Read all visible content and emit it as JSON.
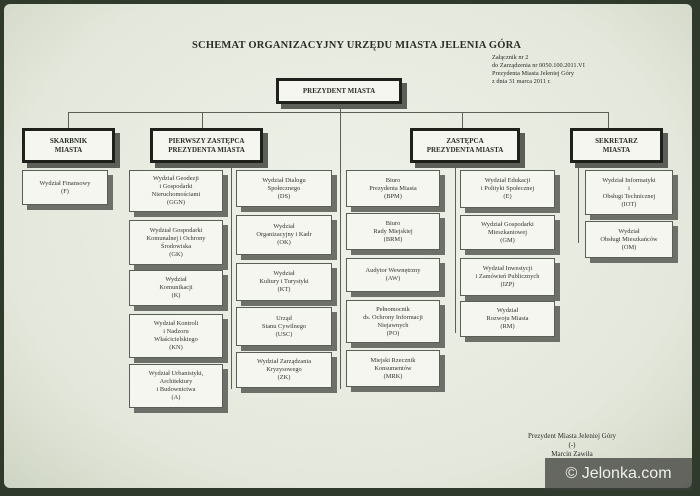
{
  "title": "SCHEMAT ORGANIZACYJNY URZĘDU MIASTA JELENIA GÓRA",
  "annex": "Załącznik nr 2\ndo Zarządzenia nr 0050.100.2011.VI\nPrezydenta Miasta Jeleniej Góry\nz dnia 31 marca 2011 r.",
  "president": "PREZYDENT MIASTA",
  "level1": {
    "skarbnik": "SKARBNIK\nMIASTA",
    "pierwszy": "PIERWSZY ZASTĘPCA\nPREZYDENTA MIASTA",
    "zastepca": "ZASTĘPCA\nPREZYDENTA MIASTA",
    "sekretarz": "SEKRETARZ\nMIASTA"
  },
  "skarbnik_units": [
    "Wydział Finansowy\n(F)"
  ],
  "pierwszy_units_a": [
    "Wydział Geodezji\ni Gospodarki\nNieruchomościami\n(GGN)",
    "Wydział Gospodarki\nKomunalnej i Ochrony\nŚrodowiska\n(GK)",
    "Wydział\nKomunikacji\n(K)",
    "Wydział Kontroli\ni Nadzoru\nWłaścicielskiego\n(KN)",
    "Wydział Urbanistyki,\nArchitektury\ni Budownictwa\n(A)"
  ],
  "pierwszy_units_b": [
    "Wydział Dialogu\nSpołecznego\n(DS)",
    "Wydział\nOrganizacyjny i Kadr\n(OK)",
    "Wydział\nKultury i Turystyki\n(KT)",
    "Urząd\nStanu Cywilnego\n(USC)",
    "Wydział Zarządzania\nKryzysowego\n(ZK)"
  ],
  "president_units": [
    "Biuro\nPrezydenta Miasta\n(BPM)",
    "Biuro\nRady Miejskiej\n(BRM)",
    "Audytor Wewnętrzny\n(AW)",
    "Pełnomocnik\nds. Ochrony Informacji\nNiejawnych\n(PO)",
    "Miejski Rzecznik\nKonsumentów\n(MRK)"
  ],
  "zastepca_units": [
    "Wydział Edukacji\ni Polityki Społecznej\n(E)",
    "Wydział Gospodarki\nMieszkaniowej\n(GM)",
    "Wydział Inwestycji\ni Zamówień Publicznych\n(IZP)",
    "Wydział\nRozwoju Miasta\n(RM)"
  ],
  "sekretarz_units": [
    "Wydział Informatyki\ni\nObsługi Technicznej\n(IOT)",
    "Wydział\nObsługi Mieszkańców\n(OM)"
  ],
  "signature": "Prezydent Miasta Jeleniej Góry\n(-)\nMarcin Zawiła",
  "watermark": "© Jelonka.com"
}
